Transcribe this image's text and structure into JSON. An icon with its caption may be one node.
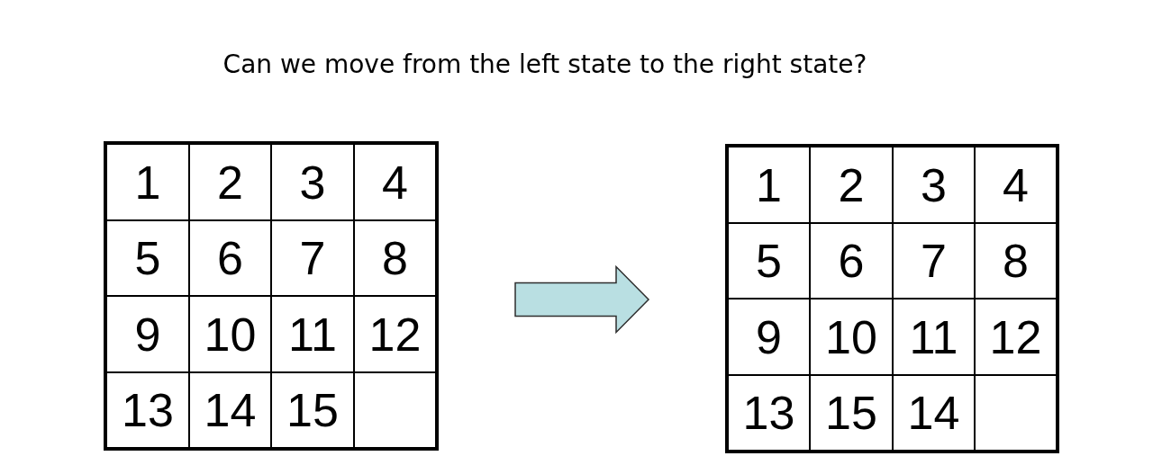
{
  "diagram": {
    "title": "Can we move from the left state to the right state?",
    "nodes": [
      {
        "text": [],
        "shape": "box"
      },
      {
        "text": [
          "1"
        ],
        "in": 0
      },
      {
        "text": [
          "2"
        ],
        "in": 0
      },
      {
        "text": [
          "3"
        ],
        "in": 0
      },
      {
        "text": [
          "4"
        ],
        "in": 0
      },
      {
        "text": [
          "5"
        ],
        "in": 0
      },
      {
        "text": [
          "6"
        ],
        "in": 0
      },
      {
        "text": [
          "7"
        ],
        "in": 0
      },
      {
        "text": [
          "8"
        ],
        "in": 0
      },
      {
        "text": [
          "9"
        ],
        "in": 0
      },
      {
        "text": [
          "10"
        ],
        "in": 0
      },
      {
        "text": [
          "11"
        ],
        "in": 0
      },
      {
        "text": [
          "12"
        ],
        "in": 0
      },
      {
        "text": [
          "13"
        ],
        "in": 0
      },
      {
        "text": [
          "14"
        ],
        "in": 0
      },
      {
        "text": [
          "15"
        ],
        "in": 0
      },
      {
        "text": [],
        "shape": "box",
        "in": 0
      },
      {
        "text": [],
        "shape": "box"
      },
      {
        "text": [
          "1"
        ],
        "in": 17
      },
      {
        "text": [
          "2"
        ],
        "in": 17
      },
      {
        "text": [
          "3"
        ],
        "in": 17
      },
      {
        "text": [
          "4"
        ],
        "in": 17
      },
      {
        "text": [
          "5"
        ],
        "in": 17
      },
      {
        "text": [
          "6"
        ],
        "in": 17
      },
      {
        "text": [
          "7"
        ],
        "in": 17
      },
      {
        "text": [
          "8"
        ],
        "in": 17
      },
      {
        "text": [
          "9"
        ],
        "in": 17
      },
      {
        "text": [
          "10"
        ],
        "in": 17
      },
      {
        "text": [
          "11"
        ],
        "in": 17
      },
      {
        "text": [
          "12"
        ],
        "in": 17
      },
      {
        "text": [
          "13"
        ],
        "in": 17
      },
      {
        "text": [
          "15"
        ],
        "in": 17
      },
      {
        "text": [
          "14"
        ],
        "in": 17
      },
      {
        "text": [],
        "shape": "box",
        "in": 17
      }
    ],
    "edges": [
      {
        "from": 0,
        "to": 17,
        "arrow": "to"
      }
    ]
  }
}
